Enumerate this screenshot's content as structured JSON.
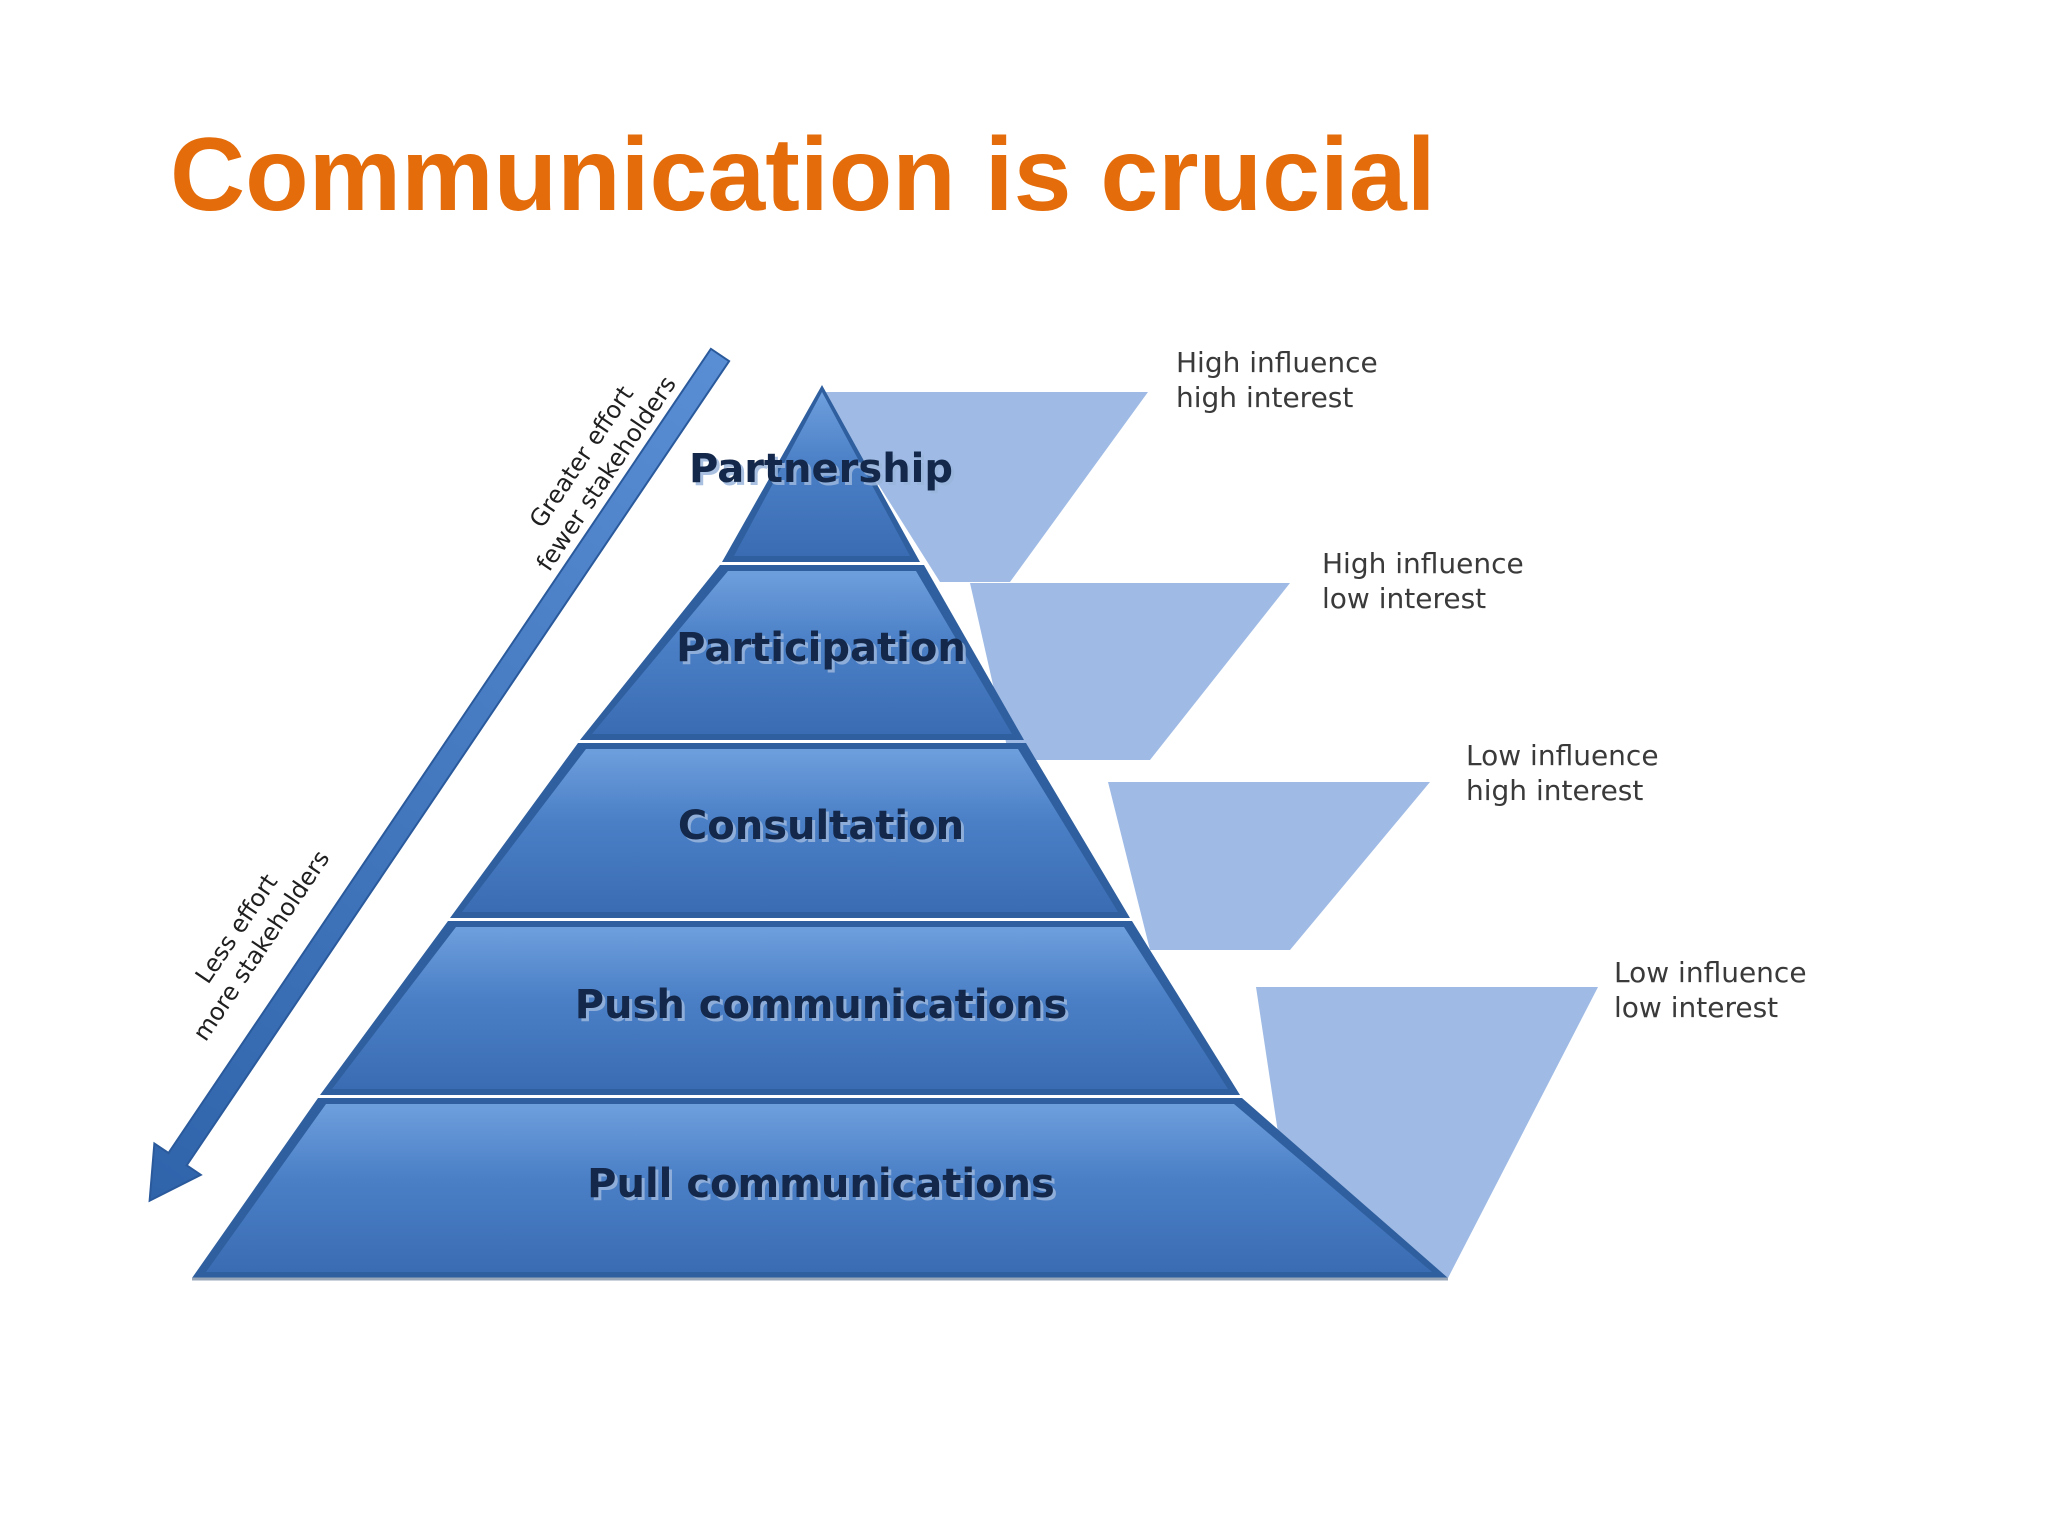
{
  "title": "Communication is crucial",
  "tiers": [
    {
      "label": "Partnership"
    },
    {
      "label": "Participation"
    },
    {
      "label": "Consultation"
    },
    {
      "label": "Push communications"
    },
    {
      "label": "Pull communications"
    }
  ],
  "callouts": [
    {
      "line1": "High influence",
      "line2": "high interest"
    },
    {
      "line1": "High influence",
      "line2": "low interest"
    },
    {
      "line1": "Low influence",
      "line2": "high interest"
    },
    {
      "line1": "Low influence",
      "line2": "low interest"
    }
  ],
  "effort_arrow": {
    "top_line1": "Greater effort",
    "top_line2": "fewer stakeholders",
    "bottom_line1": "Less effort",
    "bottom_line2": "more stakeholders"
  },
  "colors": {
    "title": "#e46c0a",
    "tier_fill": "#4a7fc6",
    "tier_shadow": "#2f5f9e",
    "callout_fill": "#8eafe0",
    "arrow_fill": "#3d73bb"
  }
}
